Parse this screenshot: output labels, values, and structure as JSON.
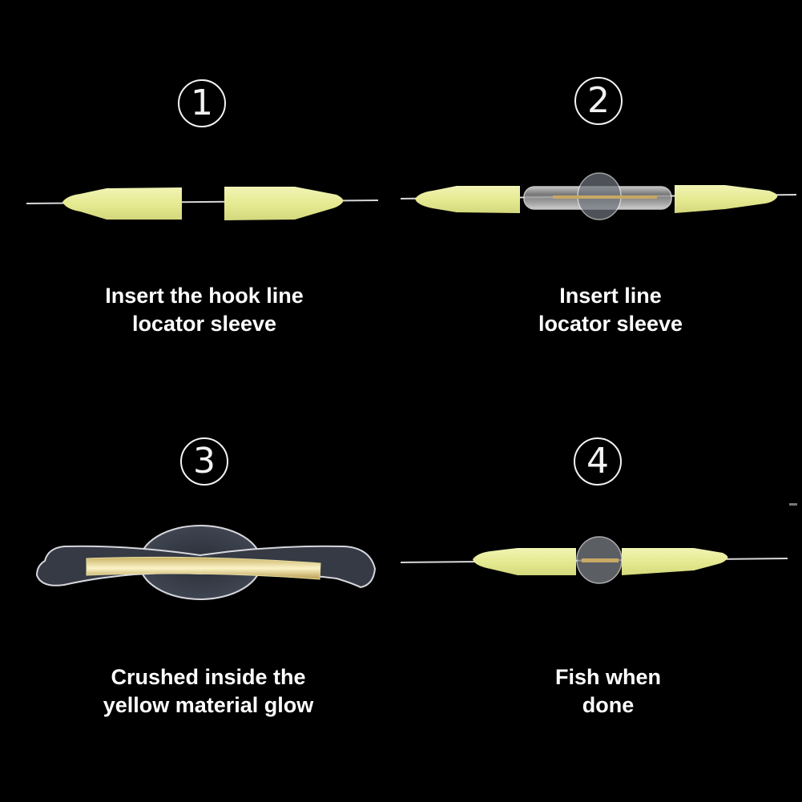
{
  "colors": {
    "background": "#000000",
    "sleeve_yellow": "#e8ec9a",
    "glow_yellow": "#e4d48a",
    "text": "#ffffff"
  },
  "steps": [
    {
      "number": "1",
      "caption_line1": "Insert the hook line",
      "caption_line2": "locator sleeve"
    },
    {
      "number": "2",
      "caption_line1": "Insert line",
      "caption_line2": "locator sleeve"
    },
    {
      "number": "3",
      "caption_line1": "Crushed inside the",
      "caption_line2": "yellow material glow"
    },
    {
      "number": "4",
      "caption_line1": "Fish when",
      "caption_line2": "done"
    }
  ]
}
